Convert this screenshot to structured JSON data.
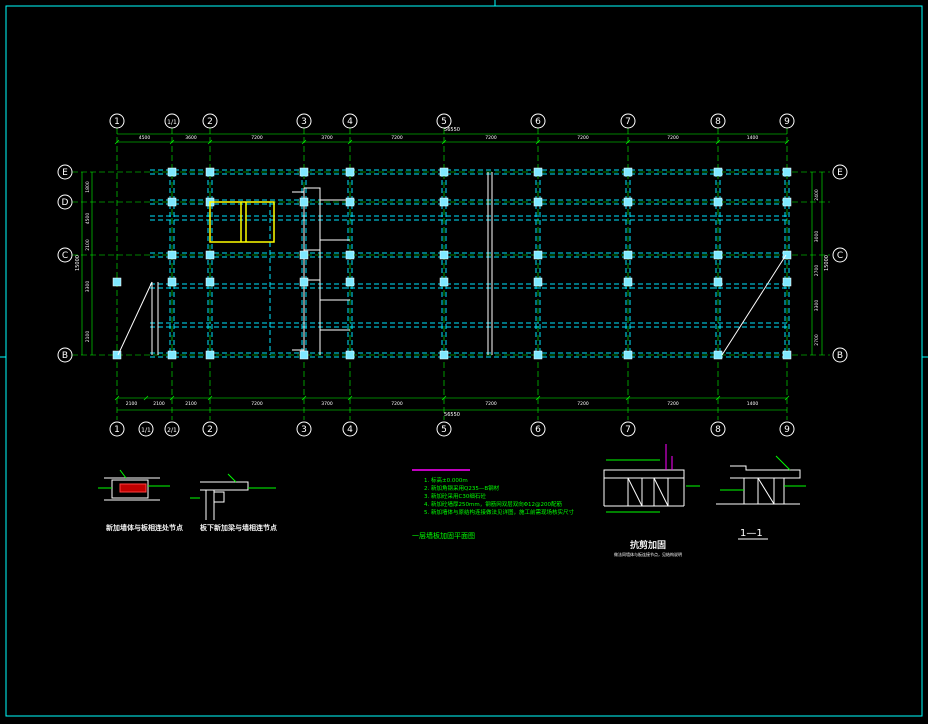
{
  "colors": {
    "background": "#000000",
    "frame": "#00ffff",
    "grid_line": "#00ff00",
    "beam": "#00e5ff",
    "column": "#7fe8ff",
    "wall": "#ffffff",
    "opening": "#ffff00",
    "dimension_text": "#ffffff",
    "note_text": "#00ff00",
    "title_bar": "#ff00ff",
    "axis_bubble": "#ffffff"
  },
  "grid": {
    "top_axes": [
      "1",
      "1/1",
      "2",
      "3",
      "4",
      "5",
      "6",
      "7",
      "8",
      "9"
    ],
    "bottom_axes": [
      "1",
      "1/1",
      "2/1",
      "2",
      "3",
      "4",
      "5",
      "6",
      "7",
      "8",
      "9"
    ],
    "left_axes": [
      "E",
      "D",
      "C",
      "B"
    ],
    "right_axes": [
      "E",
      "C",
      "B"
    ],
    "top_dims": [
      "4500",
      "3600",
      "7200",
      "3700",
      "7200",
      "7200",
      "7200",
      "7200",
      "1400"
    ],
    "top_total": "56550",
    "bottom_dims": [
      "2100",
      "2100",
      "2100",
      "7200",
      "3700",
      "7200",
      "7200",
      "7200",
      "7200",
      "1400"
    ],
    "bottom_total": "56550",
    "left_dims": [
      "1800",
      "4500",
      "2100",
      "3300",
      "2100"
    ],
    "left_total": "15000",
    "right_dims": [
      "2400",
      "3000",
      "2700",
      "3300",
      "2700"
    ],
    "right_total": "15000"
  },
  "detail_labels": {
    "detail_a": "新加墙体与板相连处节点",
    "detail_b": "板下新加梁与墙相连节点",
    "detail_c": "抗剪加固",
    "detail_c_sub": "做法同墙体与板连接节点，见结构说明",
    "section": "1—1"
  },
  "notes": {
    "items": [
      "1. 标高±0.000m",
      "2. 新加角钢采用Q235—B钢材",
      "3. 新加砼采用C30细石砼",
      "4. 新加砼墙厚250mm，钢筋网双层双向Φ12@200配筋",
      "5. 新加墙体与原结构连接做法见详图，施工前需现场核实尺寸"
    ],
    "caption": "一层墙板加固平面图"
  }
}
